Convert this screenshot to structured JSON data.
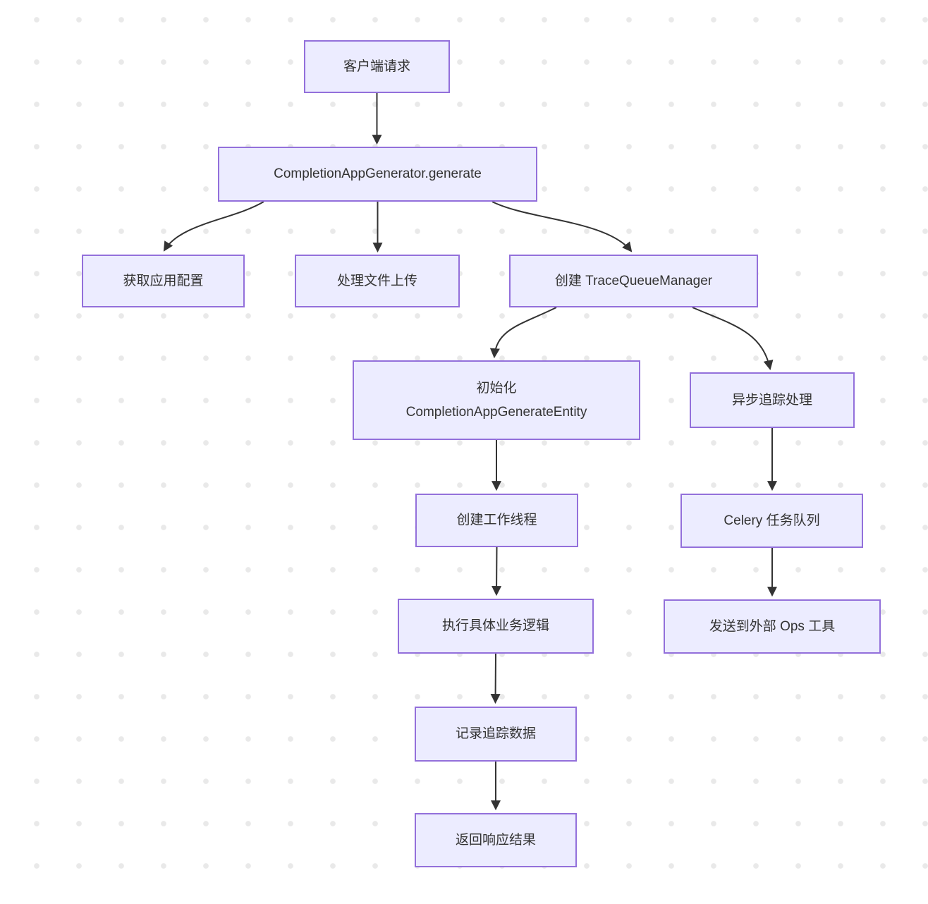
{
  "diagram": {
    "type": "flowchart",
    "direction": "top-down",
    "background_pattern": "dot-grid"
  },
  "colors": {
    "canvas_background": "#FFFFFF",
    "grid_dot": "#E9E9E9",
    "node_fill": "#ECECFF",
    "node_border": "#9370DB",
    "edge_line": "#333333",
    "node_text": "#333333"
  },
  "nodes": {
    "client_request": {
      "label": "客户端请求"
    },
    "generator_generate": {
      "label": "CompletionAppGenerator.generate"
    },
    "get_app_config": {
      "label": "获取应用配置"
    },
    "handle_file_upload": {
      "label": "处理文件上传"
    },
    "create_trace_queue_manager": {
      "label": "创建 TraceQueueManager"
    },
    "init_generate_entity": {
      "label": "初始化\nCompletionAppGenerateEntity"
    },
    "async_trace_processing": {
      "label": "异步追踪处理"
    },
    "create_worker_thread": {
      "label": "创建工作线程"
    },
    "celery_task_queue": {
      "label": "Celery 任务队列"
    },
    "execute_business_logic": {
      "label": "执行具体业务逻辑"
    },
    "send_to_external_ops": {
      "label": "发送到外部 Ops 工具"
    },
    "record_trace_data": {
      "label": "记录追踪数据"
    },
    "return_response_result": {
      "label": "返回响应结果"
    }
  },
  "edges": [
    {
      "from": "client_request",
      "to": "generator_generate"
    },
    {
      "from": "generator_generate",
      "to": "get_app_config"
    },
    {
      "from": "generator_generate",
      "to": "handle_file_upload"
    },
    {
      "from": "generator_generate",
      "to": "create_trace_queue_manager"
    },
    {
      "from": "create_trace_queue_manager",
      "to": "init_generate_entity"
    },
    {
      "from": "create_trace_queue_manager",
      "to": "async_trace_processing"
    },
    {
      "from": "init_generate_entity",
      "to": "create_worker_thread"
    },
    {
      "from": "async_trace_processing",
      "to": "celery_task_queue"
    },
    {
      "from": "create_worker_thread",
      "to": "execute_business_logic"
    },
    {
      "from": "celery_task_queue",
      "to": "send_to_external_ops"
    },
    {
      "from": "execute_business_logic",
      "to": "record_trace_data"
    },
    {
      "from": "record_trace_data",
      "to": "return_response_result"
    }
  ]
}
